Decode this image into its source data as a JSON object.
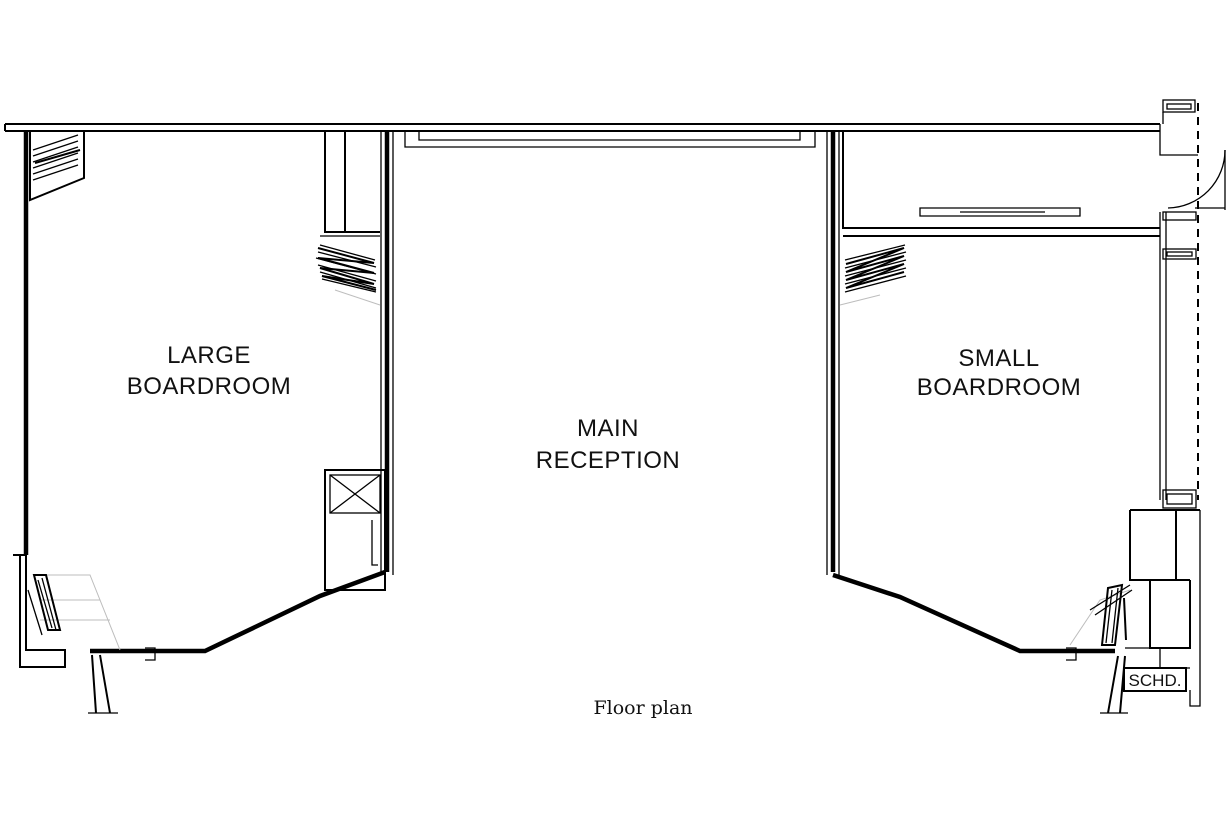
{
  "rooms": {
    "large_boardroom": [
      "LARGE",
      "BOARDROOM"
    ],
    "main_reception": [
      "MAIN",
      "RECEPTION"
    ],
    "small_boardroom": [
      "SMALL",
      "BOARDROOM"
    ]
  },
  "schedule_tag": "SCHD.",
  "caption": "Floor plan"
}
